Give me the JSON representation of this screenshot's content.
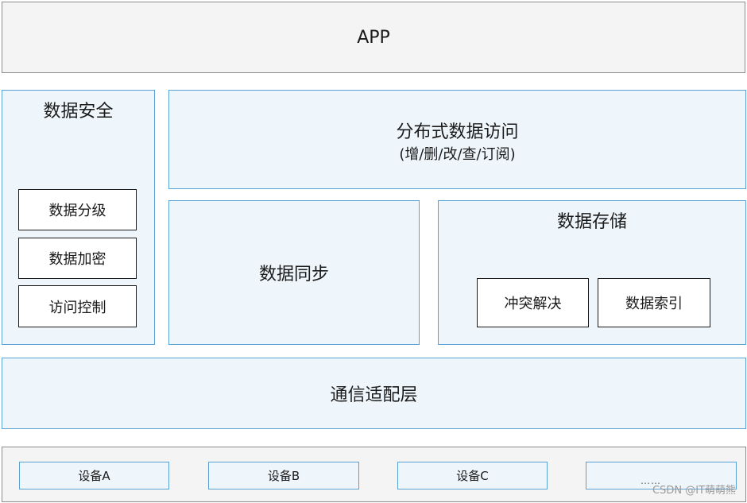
{
  "app": {
    "label": "APP"
  },
  "security": {
    "title": "数据安全",
    "items": [
      "数据分级",
      "数据加密",
      "访问控制"
    ]
  },
  "distributed_access": {
    "title": "分布式数据访问",
    "subtitle": "(增/删/改/查/订阅)"
  },
  "sync": {
    "label": "数据同步"
  },
  "storage": {
    "title": "数据存储",
    "items": [
      "冲突解决",
      "数据索引"
    ]
  },
  "comm_layer": {
    "label": "通信适配层"
  },
  "devices": {
    "items": [
      "设备A",
      "设备B",
      "设备C",
      ""
    ],
    "ellipsis": "……"
  },
  "watermark": "CSDN @IT萌萌熊"
}
